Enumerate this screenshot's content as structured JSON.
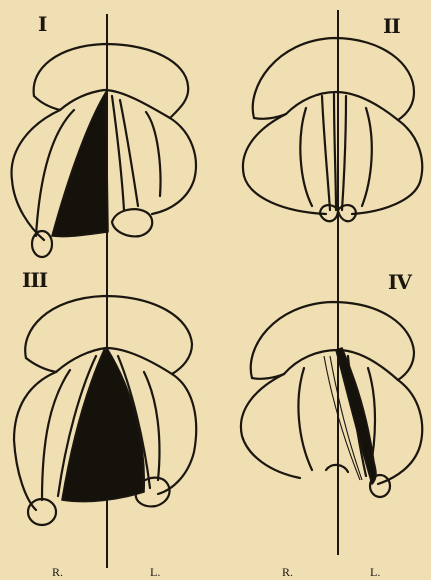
{
  "figures": [
    {
      "id": "I",
      "label": "I",
      "glottis": "right cord paralysed, wide on right side"
    },
    {
      "id": "II",
      "label": "II",
      "glottis": "closed"
    },
    {
      "id": "III",
      "label": "III",
      "glottis": "wide open, both sides"
    },
    {
      "id": "IV",
      "label": "IV",
      "glottis": "narrow slit on left side"
    }
  ],
  "side_labels": [
    {
      "right": "R.",
      "left": "L."
    },
    {
      "right": "R.",
      "left": "L."
    }
  ],
  "colors": {
    "paper": "#efdfb3",
    "ink": "#1b1710"
  }
}
